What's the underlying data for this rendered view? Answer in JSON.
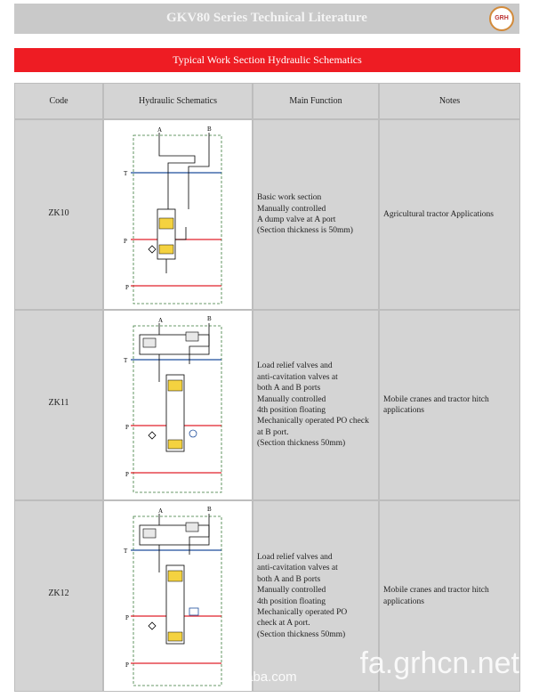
{
  "header": {
    "title": "GKV80 Series Technical Literature",
    "logo_text": "GRH"
  },
  "banner": {
    "title": "Typical Work Section Hydraulic Schematics"
  },
  "table": {
    "columns": [
      "Code",
      "Hydraulic Schematics",
      "Main Function",
      "Notes"
    ],
    "rows": [
      {
        "code": "ZK10",
        "function": [
          "Basic work section",
          "Manually controlled",
          "A dump valve at A port",
          "(Section thickness is 50mm)"
        ],
        "notes": "Agricultural tractor Applications"
      },
      {
        "code": "ZK11",
        "function": [
          "Load relief valves and",
          "anti-cavitation valves at",
          "both A and B ports",
          "Manually controlled",
          "4th position floating",
          "Mechanically operated PO check",
          "at B port.",
          "(Section thickness 50mm)"
        ],
        "notes": "Mobile cranes and tractor hitch applications"
      },
      {
        "code": "ZK12",
        "function": [
          "Load relief valves and",
          "anti-cavitation valves at",
          "both A and B ports",
          "Manually controlled",
          "4th position floating",
          "Mechanically operated PO",
          "check at A port.",
          "(Section thickness 50mm)"
        ],
        "notes": "Mobile cranes and tractor hitch applications"
      }
    ]
  },
  "schematic_labels": {
    "a": "A",
    "b": "B",
    "t": "T",
    "p": "P"
  },
  "watermark": {
    "main": "fa.grhcn.net",
    "sub": "guorui.en.alibaba.com"
  },
  "colors": {
    "banner": "#ee1c23",
    "tank_line": "#1f4e9c",
    "pressure_line": "#e0202a"
  }
}
